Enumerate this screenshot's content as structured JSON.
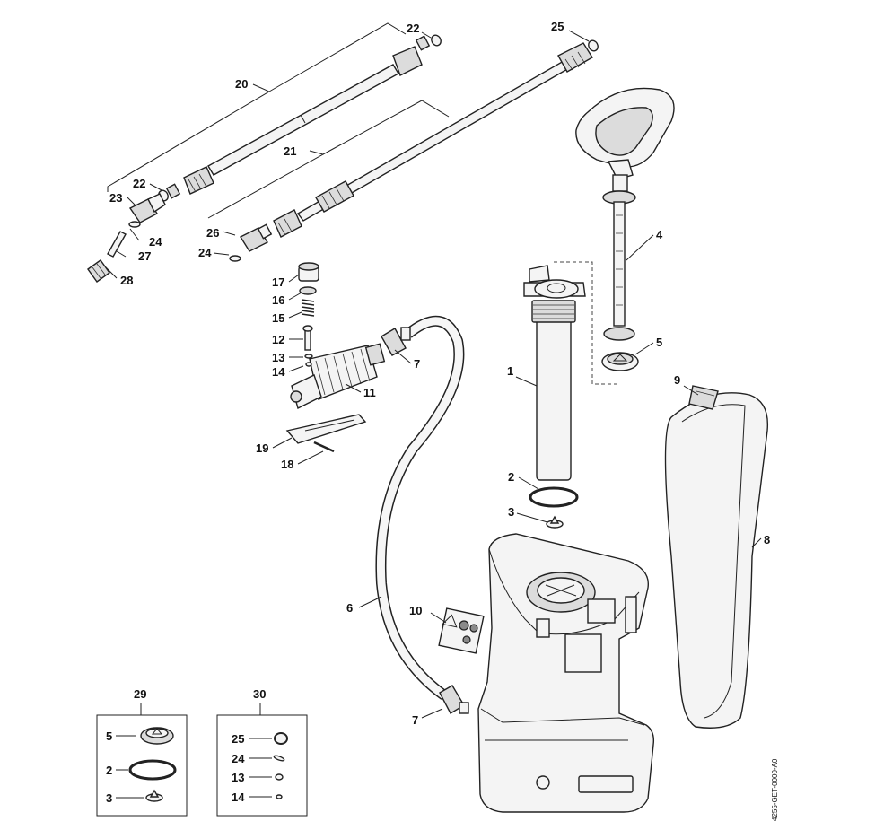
{
  "labels": {
    "l1": "1",
    "l2": "2",
    "l3": "3",
    "l4": "4",
    "l5": "5",
    "l6": "6",
    "l7a": "7",
    "l7b": "7",
    "l8": "8",
    "l9": "9",
    "l10": "10",
    "l11": "11",
    "l12": "12",
    "l13": "13",
    "l14": "14",
    "l15": "15",
    "l16": "16",
    "l17": "17",
    "l18": "18",
    "l19": "19",
    "l20": "20",
    "l21": "21",
    "l22a": "22",
    "l22b": "22",
    "l23": "23",
    "l24a": "24",
    "l24b": "24",
    "l25": "25",
    "l26": "26",
    "l27": "27",
    "l28": "28",
    "l29": "29",
    "l30": "30"
  },
  "kit29": {
    "items": [
      "5",
      "2",
      "3"
    ]
  },
  "kit30": {
    "items": [
      "25",
      "24",
      "13",
      "14"
    ]
  },
  "drawing_code": "4255-GET-0000-A0",
  "colors": {
    "outline": "#222222",
    "fill": "#f4f4f4",
    "shade": "#dcdcdc"
  }
}
